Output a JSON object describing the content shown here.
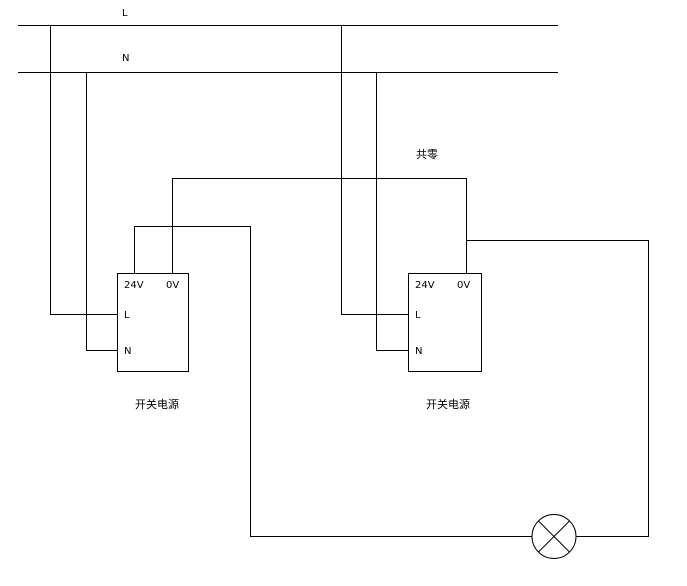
{
  "bus": {
    "line_label": "L",
    "neutral_label": "N"
  },
  "common_neutral_label": "共零",
  "psu1": {
    "v24": "24V",
    "v0": "0V",
    "l": "L",
    "n": "N",
    "caption": "开关电源"
  },
  "psu2": {
    "v24": "24V",
    "v0": "0V",
    "l": "L",
    "n": "N",
    "caption": "开关电源"
  }
}
